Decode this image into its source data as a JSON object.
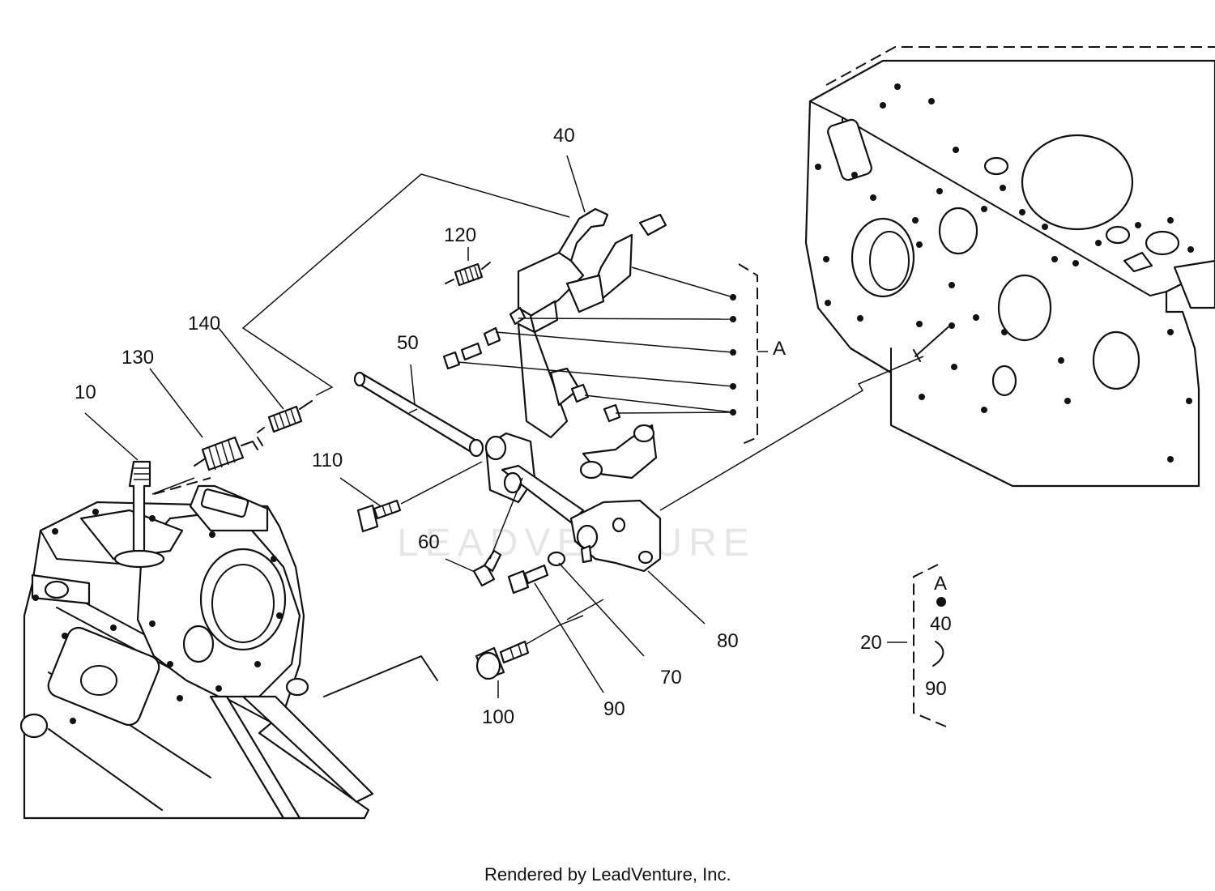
{
  "watermark": "LEADVENTURE",
  "credit": "Rendered by LeadVenture, Inc.",
  "callouts": {
    "c10": "10",
    "c20": "20",
    "c40": "40",
    "c50": "50",
    "c60": "60",
    "c70": "70",
    "c80": "80",
    "c90": "90",
    "c100": "100",
    "c110": "110",
    "c120": "120",
    "c130": "130",
    "c140": "140",
    "groupA": "A"
  },
  "legend": {
    "ref": "20",
    "group": "A",
    "range_start": "40",
    "range_end": "90"
  }
}
